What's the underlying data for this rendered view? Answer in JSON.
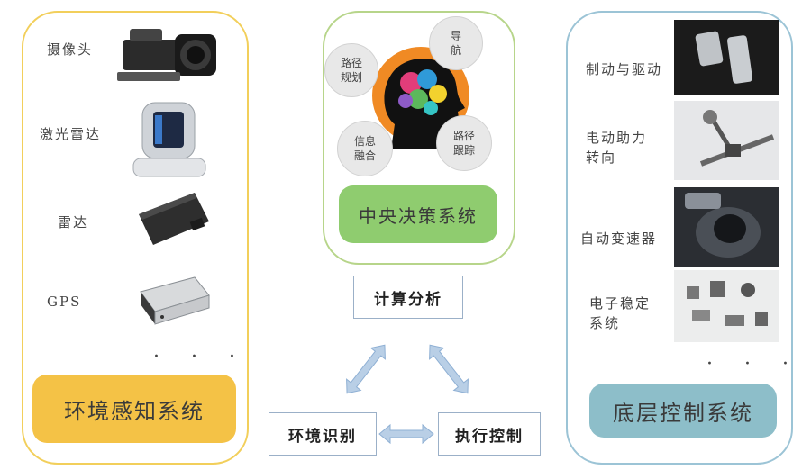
{
  "left_panel": {
    "items": [
      {
        "label": "摄像头",
        "icon": "camera-icon"
      },
      {
        "label": "激光雷达",
        "icon": "lidar-icon"
      },
      {
        "label": "雷达",
        "icon": "radar-icon"
      },
      {
        "label": "GPS",
        "icon": "gps-receiver-icon"
      }
    ],
    "ellipsis": "· · ·",
    "system_label": "环境感知系统",
    "border_color": "#f2cf5b",
    "box_color": "#f4c246"
  },
  "center_panel": {
    "bubbles": [
      {
        "label": "路径\n规划"
      },
      {
        "label": "导\n航"
      },
      {
        "label": "信息\n融合"
      },
      {
        "label": "路径\n跟踪"
      }
    ],
    "system_label": "中央决策系统",
    "border_color": "#b7d58a",
    "box_color": "#8fcc6f"
  },
  "flow": {
    "top": "计算分析",
    "left": "环境识别",
    "right": "执行控制"
  },
  "right_panel": {
    "items": [
      {
        "label": "制动与驱动",
        "icon": "pedals-icon"
      },
      {
        "label": "电动助力\n转向",
        "icon": "steering-rack-icon"
      },
      {
        "label": "自动变速器",
        "icon": "gear-knob-icon"
      },
      {
        "label": "电子稳定\n系统",
        "icon": "esc-parts-icon"
      }
    ],
    "ellipsis": "· · ·",
    "system_label": "底层控制系统",
    "border_color": "#9cc4d6",
    "box_color": "#8dbec9"
  }
}
